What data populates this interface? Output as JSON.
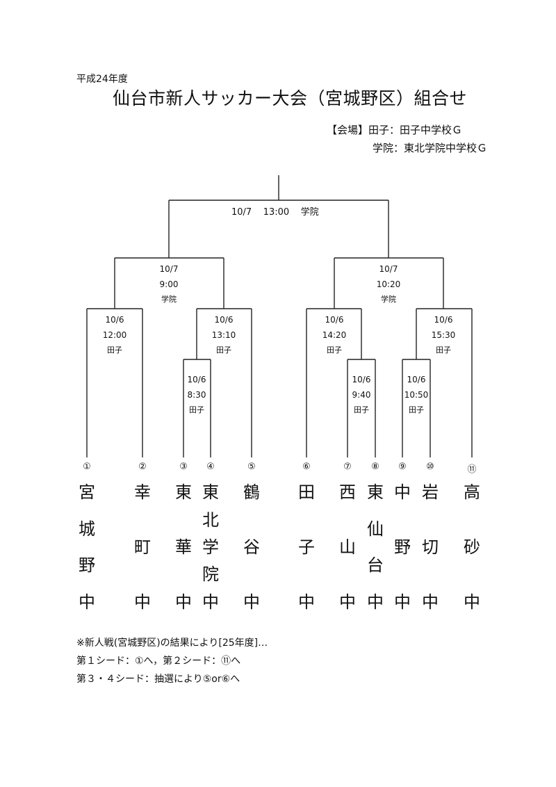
{
  "header": {
    "year": "平成24年度",
    "title": "仙台市新人サッカー大会（宮城野区）組合せ",
    "venue_line1": "【会場】田子：田子中学校Ｇ",
    "venue_line2": "学院：東北学院中学校Ｇ"
  },
  "matches": {
    "final": {
      "date": "10/7",
      "time": "13:00",
      "venue": "学院"
    },
    "semi_left": {
      "date": "10/7",
      "time": "9:00",
      "venue": "学院"
    },
    "semi_right": {
      "date": "10/7",
      "time": "10:20",
      "venue": "学院"
    },
    "q1": {
      "date": "10/6",
      "time": "12:00",
      "venue": "田子"
    },
    "q2": {
      "date": "10/6",
      "time": "13:10",
      "venue": "田子"
    },
    "q3": {
      "date": "10/6",
      "time": "14:20",
      "venue": "田子"
    },
    "q4": {
      "date": "10/6",
      "time": "15:30",
      "venue": "田子"
    },
    "r1": {
      "date": "10/6",
      "time": "8:30",
      "venue": "田子"
    },
    "r2": {
      "date": "10/6",
      "time": "9:40",
      "venue": "田子"
    },
    "r3": {
      "date": "10/6",
      "time": "10:50",
      "venue": "田子"
    }
  },
  "teams": [
    {
      "num": "①",
      "chars": [
        "宮",
        "城",
        "野",
        "中"
      ]
    },
    {
      "num": "②",
      "chars": [
        "幸",
        "",
        "町",
        "",
        "中"
      ]
    },
    {
      "num": "③",
      "chars": [
        "東",
        "",
        "華",
        "",
        "中"
      ]
    },
    {
      "num": "④",
      "chars": [
        "東",
        "北",
        "学",
        "院",
        "中"
      ]
    },
    {
      "num": "⑤",
      "chars": [
        "鶴",
        "",
        "谷",
        "",
        "中"
      ]
    },
    {
      "num": "⑥",
      "chars": [
        "田",
        "",
        "子",
        "",
        "中"
      ]
    },
    {
      "num": "⑦",
      "chars": [
        "西",
        "",
        "山",
        "",
        "中"
      ]
    },
    {
      "num": "⑧",
      "chars": [
        "東",
        "仙",
        "台",
        "中"
      ]
    },
    {
      "num": "⑨",
      "chars": [
        "中",
        "",
        "野",
        "",
        "中"
      ]
    },
    {
      "num": "⑩",
      "chars": [
        "岩",
        "",
        "切",
        "",
        "中"
      ]
    },
    {
      "num": "⑪",
      "chars": [
        "高",
        "",
        "砂",
        "",
        "中"
      ]
    }
  ],
  "notes": [
    "※新人戦(宮城野区)の結果により[25年度]…",
    "第１シード：①へ，第２シード：⑪へ",
    "第３・４シード：抽選により⑤or⑥へ"
  ]
}
